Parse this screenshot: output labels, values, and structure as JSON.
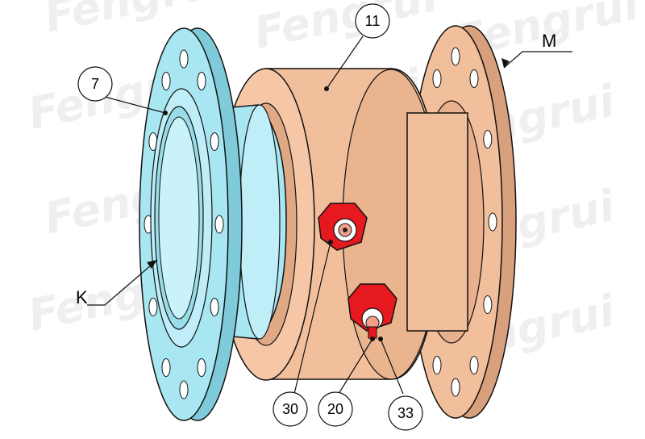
{
  "diagram": {
    "watermark_text": "Fengrui",
    "colors": {
      "flange_blue": "#a8e6f2",
      "flange_blue_dark": "#7fcbd9",
      "body_tan": "#f2bf9c",
      "body_tan_dark": "#d9a07d",
      "plug_red": "#e6191e",
      "outline": "#111111"
    },
    "callouts": [
      {
        "id": "c7",
        "label": "7"
      },
      {
        "id": "c11",
        "label": "11"
      },
      {
        "id": "c30",
        "label": "30"
      },
      {
        "id": "c20",
        "label": "20"
      },
      {
        "id": "c33",
        "label": "33"
      }
    ],
    "letters": [
      {
        "id": "M",
        "label": "M"
      },
      {
        "id": "K",
        "label": "K"
      }
    ]
  }
}
